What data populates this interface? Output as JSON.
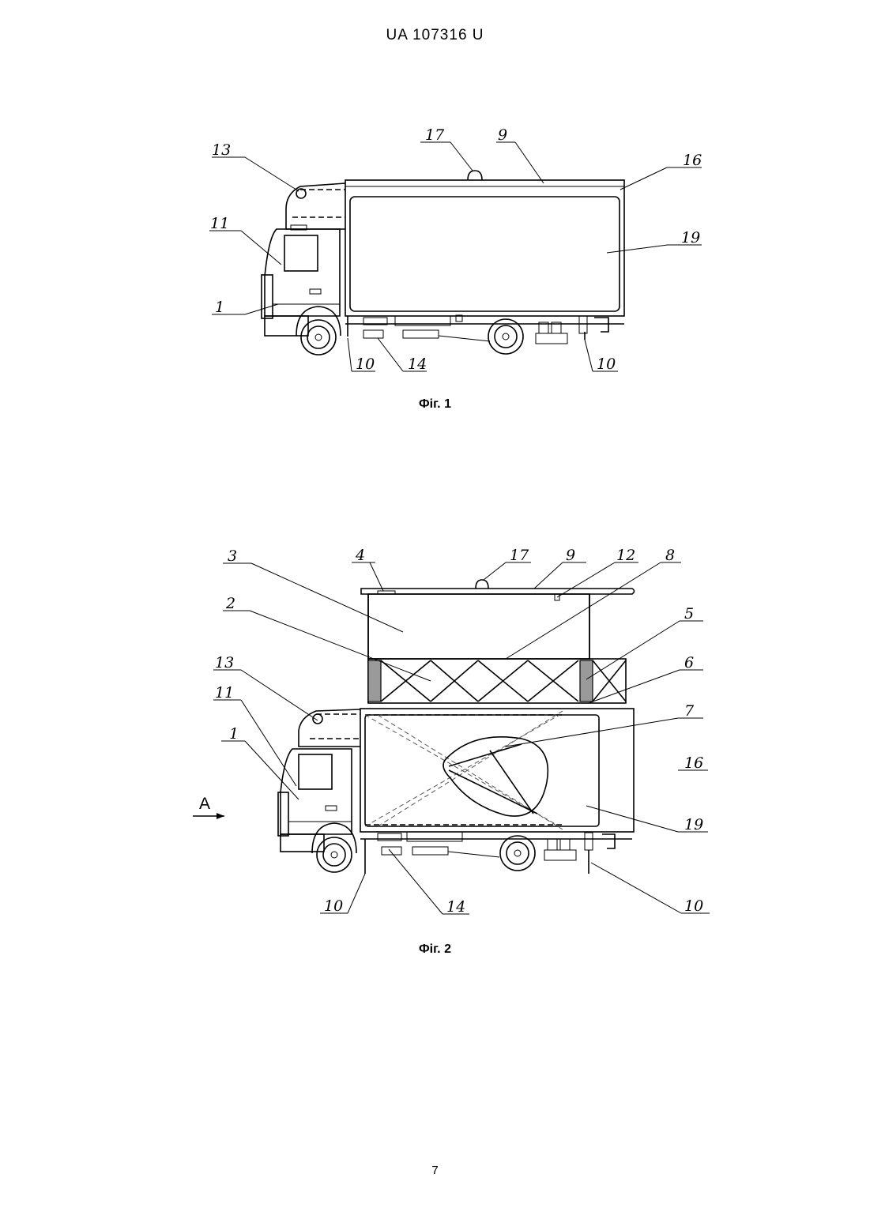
{
  "header": {
    "text": "UA   107316   U"
  },
  "figures": [
    {
      "caption": "Фіг. 1",
      "labels": [
        "13",
        "11",
        "1",
        "17",
        "9",
        "16",
        "19",
        "10",
        "14",
        "10"
      ]
    },
    {
      "caption": "Фіг. 2",
      "labels": [
        "3",
        "2",
        "13",
        "11",
        "1",
        "4",
        "17",
        "9",
        "12",
        "8",
        "5",
        "6",
        "7",
        "16",
        "19",
        "10",
        "14",
        "10",
        "A"
      ]
    }
  ],
  "page_number": "7"
}
